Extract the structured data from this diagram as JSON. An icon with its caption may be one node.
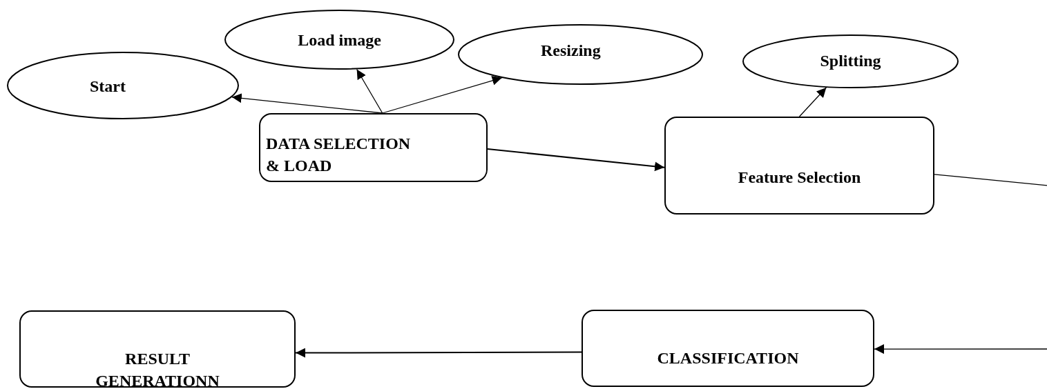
{
  "diagram": {
    "nodes": [
      {
        "text": [
          "Start"
        ]
      },
      {
        "text": [
          "Load image"
        ]
      },
      {
        "text": [
          "Resizing"
        ]
      },
      {
        "text": [
          "Splitting"
        ]
      },
      {
        "text": [
          "DATA SELECTION & LOAD"
        ]
      },
      {
        "text": [
          "Feature Selection"
        ]
      },
      {
        "text": [
          "CLASSIFICATION"
        ]
      },
      {
        "text": [
          "RESULT GENERATIONN"
        ]
      }
    ],
    "edges": [
      {
        "from": 4,
        "to": 0,
        "arrow": "to"
      },
      {
        "from": 4,
        "to": 1,
        "arrow": "to"
      },
      {
        "from": 4,
        "to": 2,
        "arrow": "to"
      },
      {
        "from": 4,
        "to": 5,
        "arrow": "to"
      },
      {
        "from": 5,
        "to": 3,
        "arrow": "to"
      },
      {
        "from": 5,
        "to": 6,
        "arrow": "to"
      },
      {
        "from": 6,
        "to": 7,
        "arrow": "to"
      }
    ]
  }
}
